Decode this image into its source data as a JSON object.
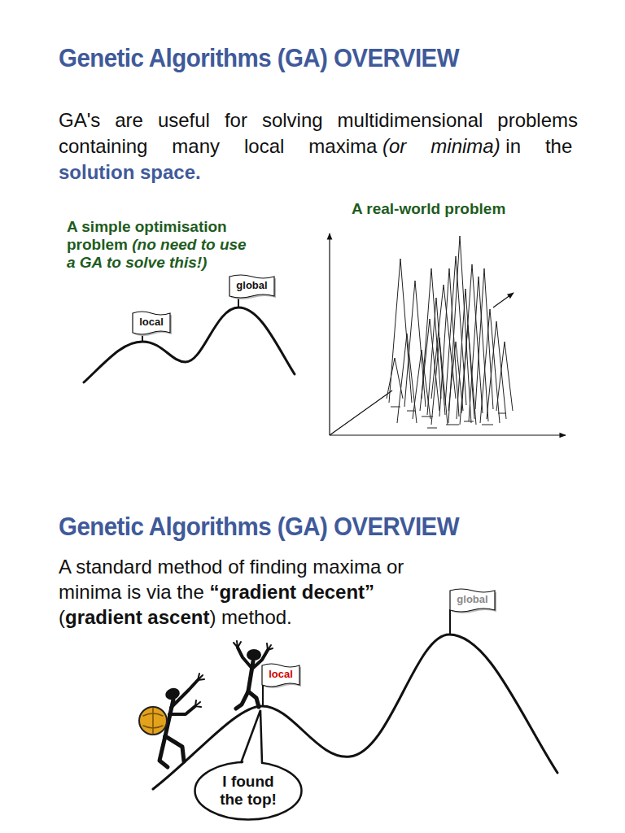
{
  "diagram": {
    "title": "Genetic Algorithms (GA) OVERVIEW",
    "nodes": [
      {
        "text": [
          "local"
        ]
      },
      {
        "text": [
          "global"
        ]
      },
      {
        "text": [
          "local"
        ]
      },
      {
        "text": [
          "global"
        ]
      },
      {
        "text": [
          "I found the top!"
        ]
      }
    ],
    "labels": [
      "GA's are useful for solving multidimensional problems containing many local maxima",
      "(or minima)",
      "in the",
      "solution space.",
      "A simple optimisation problem",
      "(no need to use a GA to solve this!)",
      "A real-world problem",
      "Genetic Algorithms (GA) OVERVIEW",
      "A standard method of finding maxima or minima is via the",
      "“gradient decent”",
      "(",
      "gradient ascent",
      ") method."
    ]
  }
}
